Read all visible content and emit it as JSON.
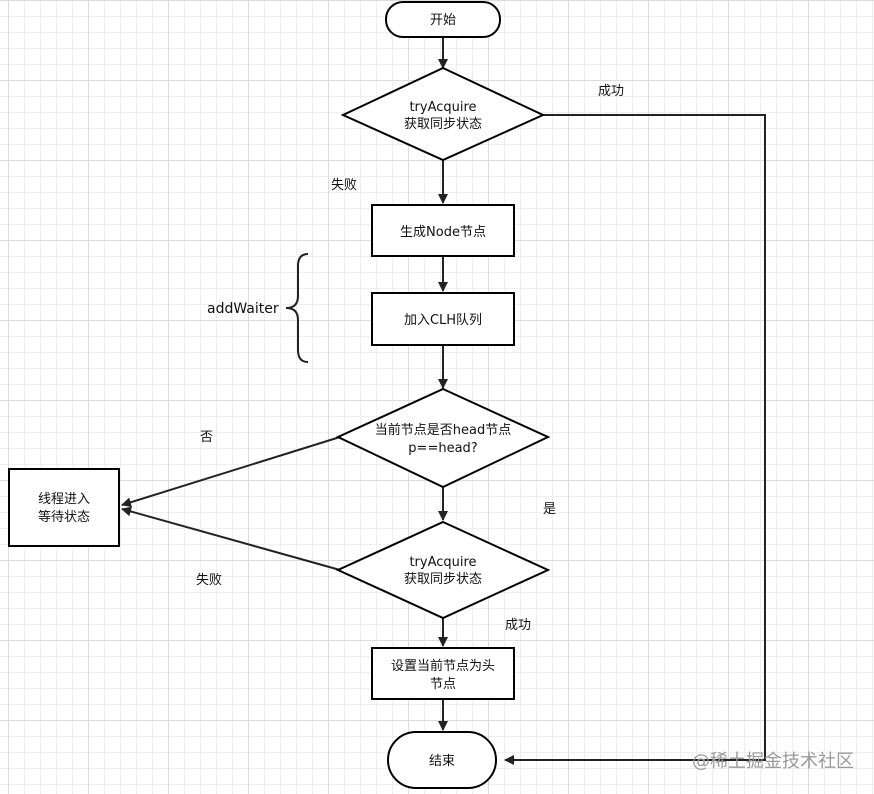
{
  "nodes": {
    "start": "开始",
    "try_acquire_1": [
      "tryAcquire",
      "获取同步状态"
    ],
    "create_node": "生成Node节点",
    "enqueue_clh": "加入CLH队列",
    "is_head": [
      "当前节点是否head节点",
      "p==head?"
    ],
    "wait_state": [
      "线程进入",
      "等待状态"
    ],
    "try_acquire_2": [
      "tryAcquire",
      "获取同步状态"
    ],
    "set_head": [
      "设置当前节点为头",
      "节点"
    ],
    "end": "结束"
  },
  "edge_labels": {
    "success_1": "成功",
    "fail_1": "失败",
    "no": "否",
    "yes": "是",
    "fail_2": "失败",
    "success_2": "成功"
  },
  "annotation": {
    "add_waiter": "addWaiter"
  },
  "watermark": "@稀土掘金技术社区"
}
